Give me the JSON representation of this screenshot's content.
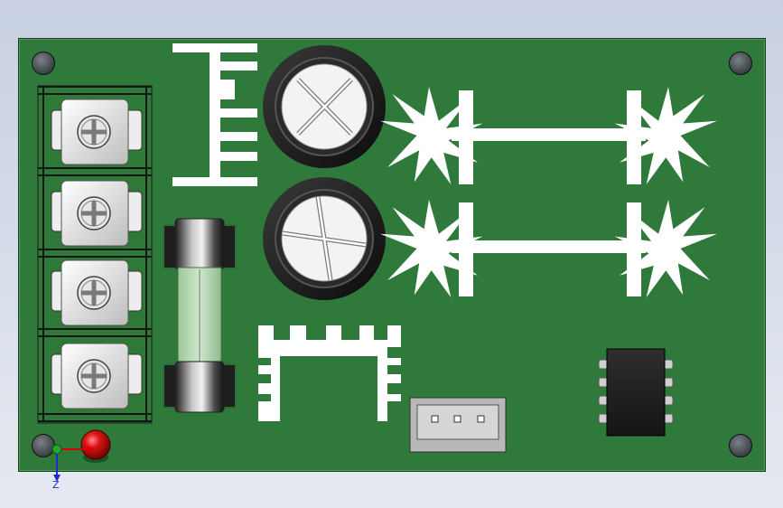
{
  "viewport": {
    "background_top": "#c7d0e2",
    "background_bottom": "#e6e9f0"
  },
  "pcb": {
    "color": "#2f7a3a",
    "edge_color": "#163d1c",
    "silkscreen_color": "#ffffff"
  },
  "components": {
    "terminal_block_positions": 4,
    "fuse": "glass-cartridge-fuse",
    "capacitors": 2,
    "connector_pins": 3,
    "ic_pins_per_side": 4,
    "led_color": "#d40000"
  },
  "triad": {
    "z_label": "Z",
    "x_color": "#d40000",
    "y_color": "#1faa2a",
    "z_color": "#1b2bd8"
  }
}
